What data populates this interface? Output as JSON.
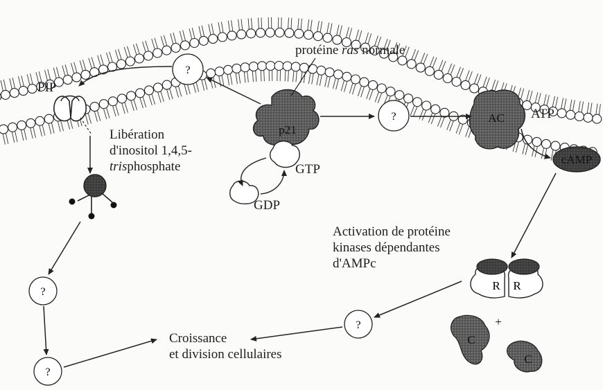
{
  "labels": {
    "ras_normal_prefix": "protéine ",
    "ras_normal_italic": "ras",
    "ras_normal_suffix": " normale",
    "pip": "PIP",
    "liberation_line1": "Libération",
    "liberation_line2": "d'inositol 1,4,5-",
    "liberation_line3_italic": "tris",
    "liberation_line3_rest": "phosphate",
    "p21": "p21",
    "gtp": "GTP",
    "gdp": "GDP",
    "ac": "AC",
    "atp": "ATP",
    "camp": "cAMP",
    "activation_line1": "Activation de protéine",
    "activation_line2": "kinases dépendantes",
    "activation_line3": "d'AMPc",
    "r": "R",
    "c": "C",
    "plus": "+",
    "croissance_line1": "Croissance",
    "croissance_line2": "et division cellulaires",
    "question": "?"
  }
}
